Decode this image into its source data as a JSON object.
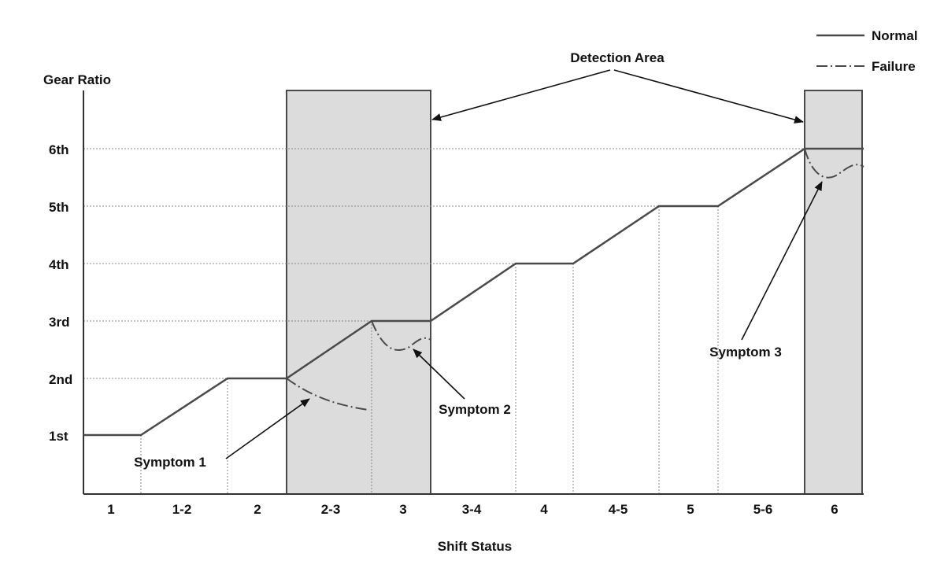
{
  "title": "",
  "ylabel": "Gear Ratio",
  "xlabel": "Shift Status",
  "y_ticks": [
    "1st",
    "2nd",
    "3rd",
    "4th",
    "5th",
    "6th"
  ],
  "x_categories": [
    "1",
    "1-2",
    "2",
    "2-3",
    "3",
    "3-4",
    "4",
    "4-5",
    "5",
    "5-6",
    "6"
  ],
  "legend": {
    "normal": "Normal",
    "failure": "Failure"
  },
  "annotations": {
    "detection_area": "Detection Area",
    "symptom1": "Symptom 1",
    "symptom2": "Symptom 2",
    "symptom3": "Symptom 3"
  },
  "colors": {
    "line": "#4a4a4a",
    "shade": "#dcdcdc",
    "axis": "#333333",
    "grid": "#888888"
  },
  "chart_data": {
    "type": "line",
    "categories": [
      "1",
      "1-2",
      "2",
      "2-3",
      "3",
      "3-4",
      "4",
      "4-5",
      "5",
      "5-6",
      "6"
    ],
    "y_levels": [
      "1st",
      "2nd",
      "3rd",
      "4th",
      "5th",
      "6th"
    ],
    "series": [
      {
        "name": "Normal",
        "values": [
          1,
          1.5,
          2,
          2.5,
          3,
          3.5,
          4,
          4.5,
          5,
          5.5,
          6
        ]
      },
      {
        "name": "Failure",
        "values": [
          1,
          1.5,
          2,
          1.6,
          2.6,
          3.5,
          4,
          4.5,
          5,
          5.5,
          5.6
        ]
      }
    ],
    "shaded_regions": [
      [
        "2-3",
        "3"
      ],
      [
        "6",
        "6"
      ]
    ],
    "xlabel": "Shift Status",
    "ylabel": "Gear Ratio",
    "grid": true,
    "legend": "top-right"
  }
}
